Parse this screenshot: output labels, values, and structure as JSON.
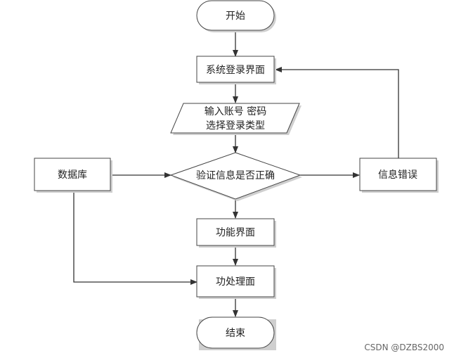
{
  "nodes": {
    "start": "开始",
    "login": "系统登录界面",
    "input_line1": "输入账号 密码",
    "input_line2": "选择登录类型",
    "verify": "验证信息是否正确",
    "database": "数据库",
    "error": "信息错误",
    "function": "功能界面",
    "process": "功处理面",
    "end": "结束"
  },
  "watermark": "CSDN @DZBS2000"
}
